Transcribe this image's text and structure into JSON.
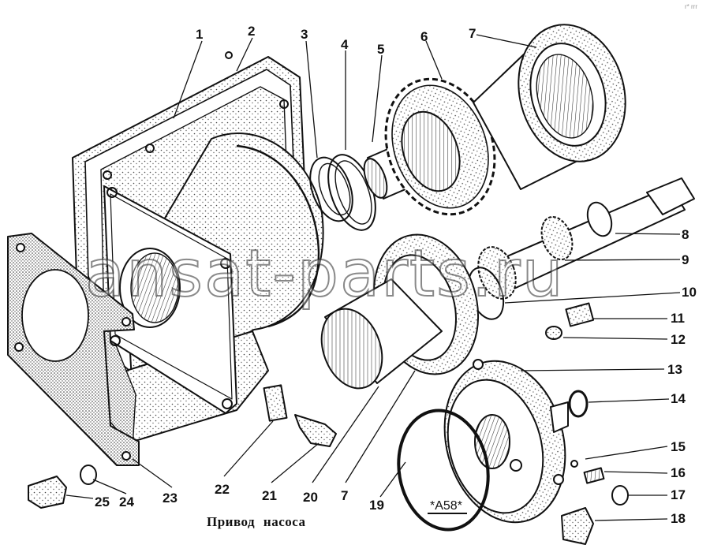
{
  "caption": "Привод насоса",
  "code_label": "*А58*",
  "watermark_text": "ansat-parts.ru",
  "corner_mark": "r* rrr",
  "colors": {
    "ink": "#111111",
    "paper": "#ffffff",
    "stipple": "#555555"
  },
  "callouts": [
    "1",
    "2",
    "3",
    "4",
    "5",
    "6",
    "7",
    "8",
    "9",
    "10",
    "11",
    "12",
    "13",
    "14",
    "15",
    "16",
    "17",
    "18",
    "19",
    "20",
    "21",
    "22",
    "23",
    "24",
    "25",
    "7"
  ]
}
